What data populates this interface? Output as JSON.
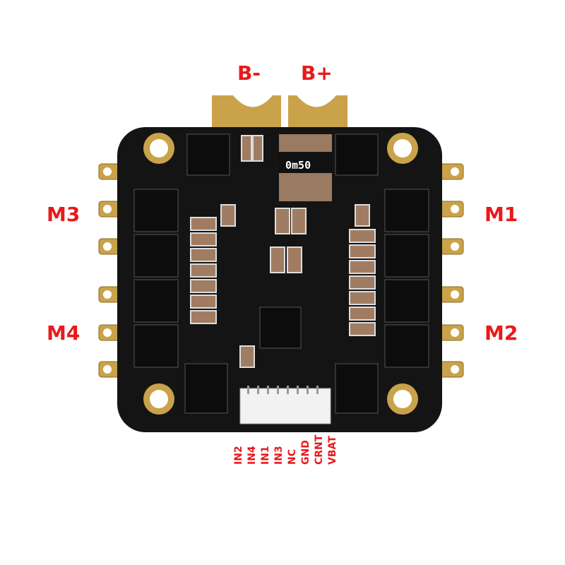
{
  "battery_labels": {
    "negative": "B-",
    "positive": "B+"
  },
  "motor_labels": {
    "top_left": "M3",
    "top_right": "M1",
    "bottom_left": "M4",
    "bottom_right": "M2"
  },
  "connector_pins": [
    "IN2",
    "IN4",
    "IN1",
    "IN3",
    "NC",
    "GND",
    "CRNT",
    "VBAT"
  ],
  "shunt_marking": "0m50",
  "colors": {
    "label": "#e8191c",
    "board": "#141414",
    "gold": "#c9a24a"
  }
}
